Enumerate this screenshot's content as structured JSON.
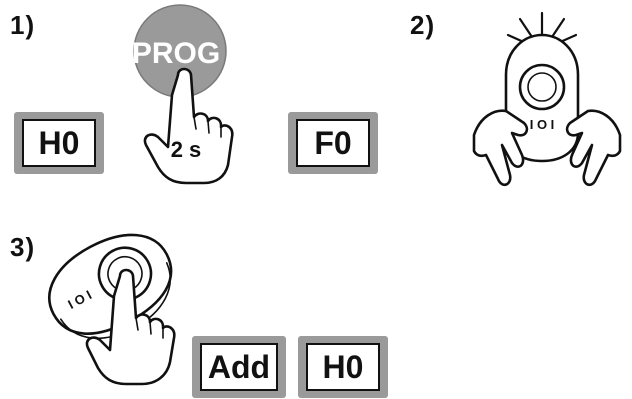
{
  "steps": {
    "s1": "1)",
    "s2": "2)",
    "s3": "3)"
  },
  "step1": {
    "display_before": "H0",
    "prog_button_label": "PROG",
    "hold_duration": "2 s",
    "display_after": "F0"
  },
  "step2": {
    "remote_button_symbols": "I O I"
  },
  "step3": {
    "remote_button_symbols": "I O I",
    "display_result_1": "Add",
    "display_result_2": "H0"
  },
  "colors": {
    "prog_button": "#9a9a9a",
    "display_bezel": "#9a9a9a",
    "outline": "#111111"
  }
}
